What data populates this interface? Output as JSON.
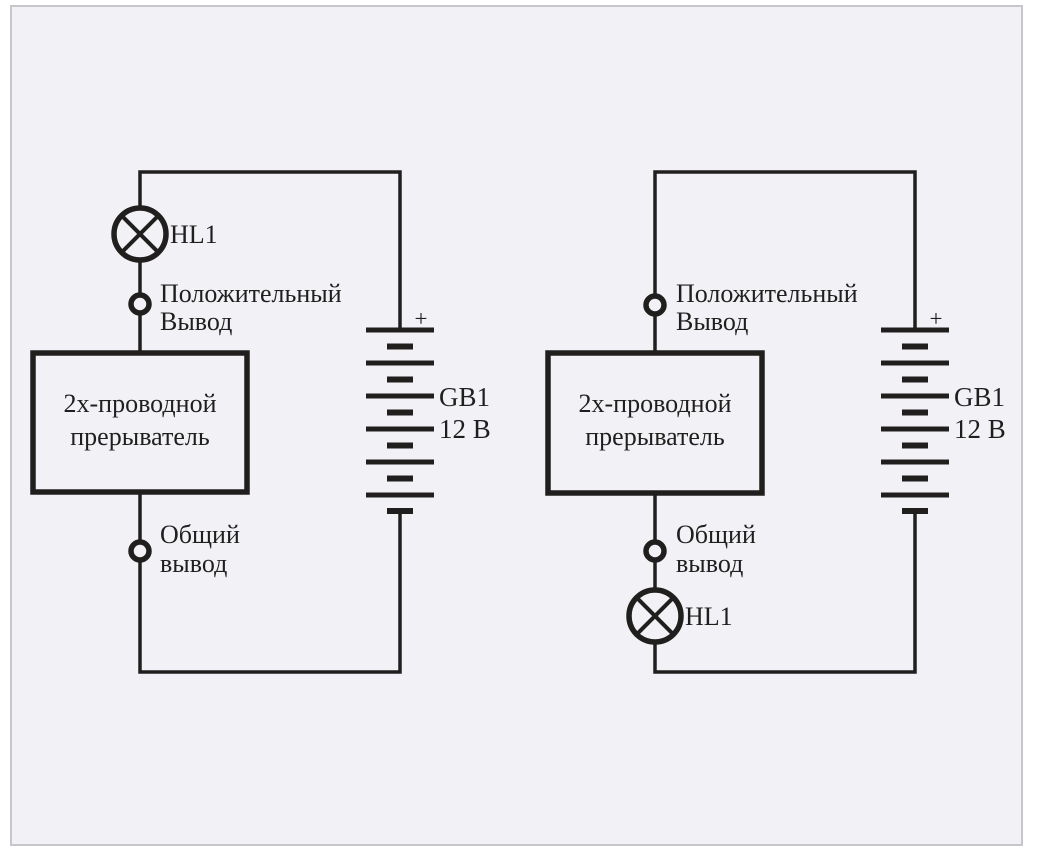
{
  "page": {
    "background_color": "#ffffff",
    "canvas_color": "#f2f2f6",
    "frame_border_color": "#c6c6cb",
    "line_color": "#211e1e"
  },
  "circuits": [
    {
      "lamp": "HL1",
      "positive_terminal": [
        "Положительный",
        "Вывод"
      ],
      "breaker": [
        "2х-проводной",
        "прерыватель"
      ],
      "common_terminal": [
        "Общий",
        "вывод"
      ],
      "battery": {
        "designator": "GB1",
        "voltage": "12 В",
        "polarity": "+"
      }
    },
    {
      "lamp": "HL1",
      "positive_terminal": [
        "Положительный",
        "Вывод"
      ],
      "breaker": [
        "2х-проводной",
        "прерыватель"
      ],
      "common_terminal": [
        "Общий",
        "вывод"
      ],
      "battery": {
        "designator": "GB1",
        "voltage": "12 В",
        "polarity": "+"
      }
    }
  ]
}
